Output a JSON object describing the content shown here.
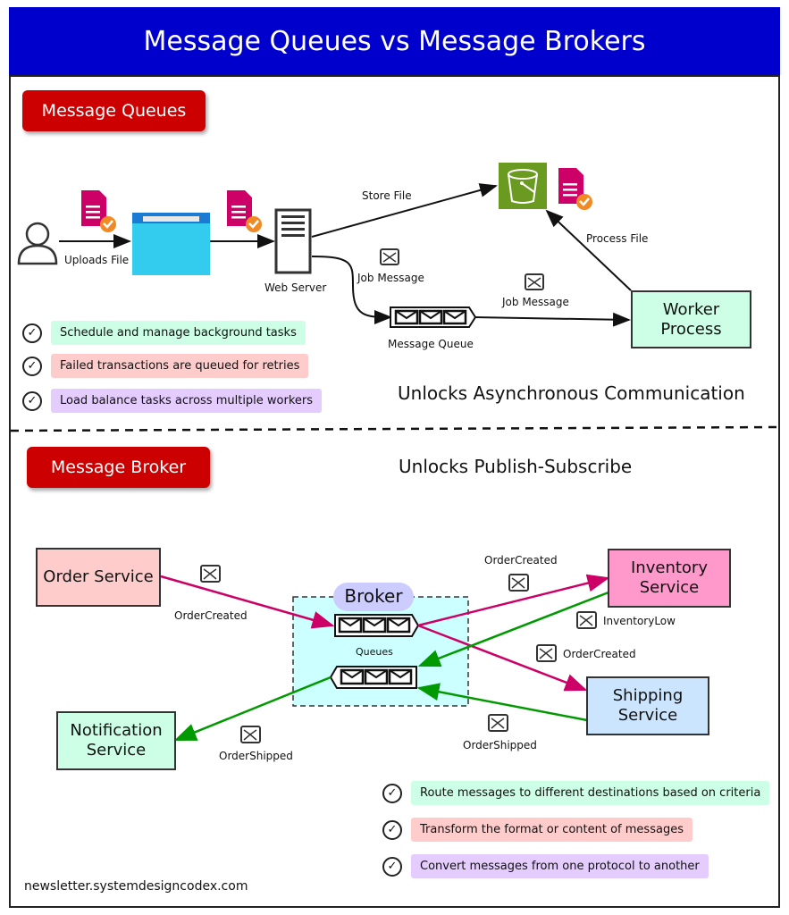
{
  "title": "Message Queues vs Message Brokers",
  "queues_section": {
    "badge": "Message Queues",
    "labels": {
      "uploads_file": "Uploads File",
      "web_server": "Web Server",
      "store_file": "Store File",
      "job_message_1": "Job Message",
      "job_message_2": "Job Message",
      "message_queue": "Message Queue",
      "process_file": "Process File"
    },
    "worker_box": "Worker\nProcess",
    "bullets": [
      {
        "text": "Schedule and manage background tasks",
        "color": "#ccffe6"
      },
      {
        "text": "Failed transactions are queued for retries",
        "color": "#ffcccc"
      },
      {
        "text": "Load balance tasks across multiple workers",
        "color": "#e5ccff"
      }
    ],
    "tagline": "Unlocks Asynchronous Communication"
  },
  "broker_section": {
    "badge": "Message Broker",
    "tagline": "Unlocks Publish-Subscribe",
    "broker_label": "Broker",
    "queues_label": "Queues",
    "services": {
      "order": {
        "name": "Order Service",
        "color": "#ffcccc"
      },
      "notification": {
        "name": "Notification Service",
        "color": "#ccffe6"
      },
      "inventory": {
        "name": "Inventory Service",
        "color": "#ff99cc"
      },
      "shipping": {
        "name": "Shipping Service",
        "color": "#cce5ff"
      }
    },
    "messages": {
      "order_created_in": "OrderCreated",
      "order_created_inventory": "OrderCreated",
      "inventory_low": "InventoryLow",
      "order_created_shipping": "OrderCreated",
      "order_shipped_in": "OrderShipped",
      "order_shipped_out": "OrderShipped"
    },
    "bullets": [
      {
        "text": "Route messages to different destinations based on criteria",
        "color": "#ccffe6"
      },
      {
        "text": "Transform the format or content of messages",
        "color": "#ffcccc"
      },
      {
        "text": "Convert messages from one protocol to another",
        "color": "#e5ccff"
      }
    ]
  },
  "colors": {
    "header": "#0000cc",
    "badge": "#cc0000",
    "publish_arrow": "#cc0066",
    "subscribe_arrow": "#009900",
    "broker_bg": "#ccffff",
    "broker_pill": "#ccccff",
    "bucket": "#6a9a1f",
    "doc": "#cc0066",
    "check_badge": "#f08a24",
    "browser": "#33ccee"
  },
  "footer": "newsletter.systemdesigncodex.com",
  "icons": {
    "check": "✓"
  }
}
